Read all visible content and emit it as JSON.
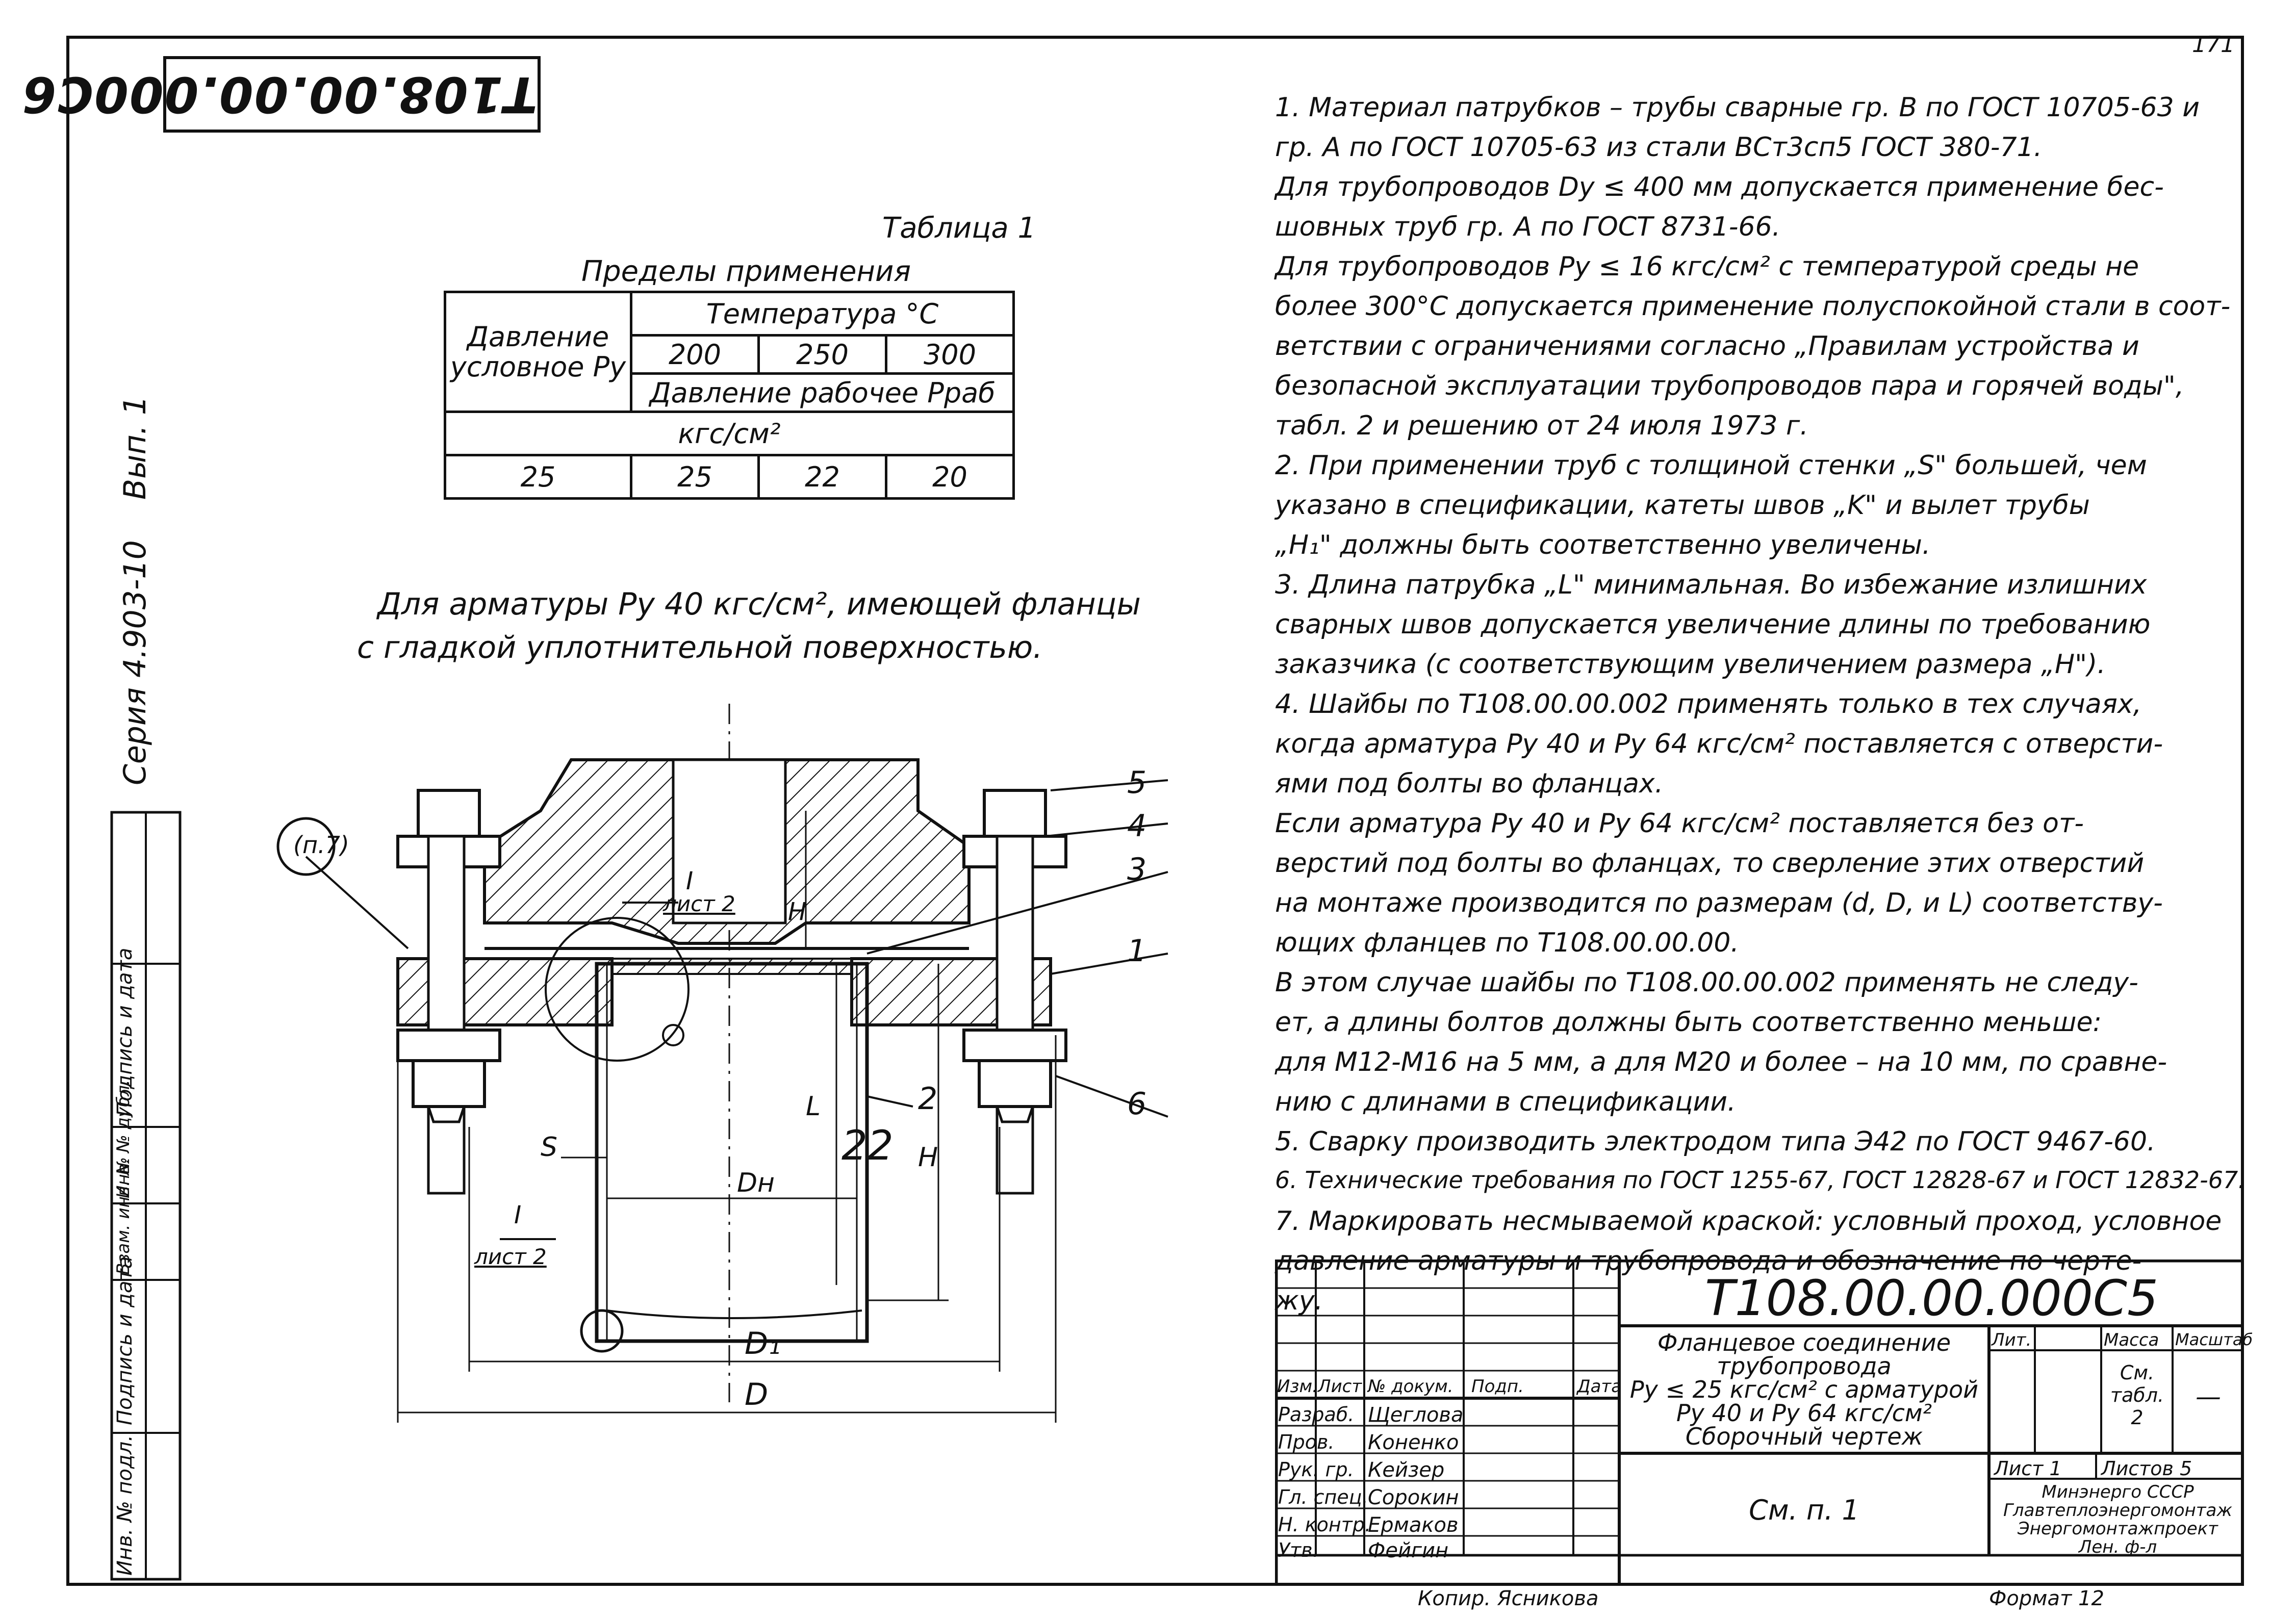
{
  "header": {
    "doc_code_rotated": "Т108.00.00.000С6",
    "page_number": "171",
    "series": "Серия 4.903-10",
    "issue": "Вып. 1"
  },
  "table1": {
    "caption": "Таблица 1",
    "title": "Пределы применения",
    "col_pressure_header": "Давление условное Pу",
    "col_temp_header": "Температура °С",
    "temps": [
      "200",
      "250",
      "300"
    ],
    "working_pressure_header": "Давление рабочее Pраб",
    "units": "кгс/см²",
    "row": [
      "25",
      "25",
      "22",
      "20"
    ]
  },
  "drawing": {
    "caption_line1": "Для арматуры Ру 40 кгс/см², имеющей фланцы",
    "caption_line2": "с гладкой уплотнительной поверхностью.",
    "callouts": [
      "5",
      "4",
      "3",
      "1",
      "2",
      "6"
    ],
    "item_ref": "(п.7)",
    "section_mark": "I",
    "section_sheet": "лист 2",
    "dim_H": "H",
    "dim_L": "L",
    "dim_S": "S",
    "dim_Dn": "Dн",
    "dim_D1": "D₁",
    "dim_D": "D",
    "stamp_22": "22"
  },
  "notes": [
    "1. Материал патрубков – трубы сварные гр. В по ГОСТ 10705-63 и",
    "гр. А по ГОСТ 10705-63 из стали ВСт3сп5 ГОСТ 380-71.",
    "   Для трубопроводов Dу ≤ 400 мм допускается применение бес-",
    "шовных труб гр. А по ГОСТ 8731-66.",
    "   Для трубопроводов Ру ≤ 16 кгс/см² с температурой среды не",
    "более 300°С допускается применение полуспокойной стали в соот-",
    "ветствии с ограничениями согласно „Правилам устройства и",
    "безопасной эксплуатации трубопроводов пара и горячей воды\",",
    "табл. 2 и решению от 24 июля 1973 г.",
    "   2. При применении труб с толщиной стенки „S\" большей, чем",
    "указано в спецификации, катеты швов „K\" и вылет трубы",
    "„H₁\" должны быть соответственно увеличены.",
    "   3. Длина патрубка „L\" минимальная. Во избежание излишних",
    "сварных швов допускается увеличение длины по требованию",
    "заказчика (с соответствующим увеличением размера „H\").",
    "   4. Шайбы по Т108.00.00.002 применять только в тех случаях,",
    "когда арматура Ру 40 и Ру 64 кгс/см² поставляется с отверсти-",
    "ями под болты во фланцах.",
    "   Если арматура Ру 40 и Ру 64 кгс/см² поставляется без от-",
    "верстий под болты во фланцах, то сверление этих отверстий",
    "на монтаже производится по размерам (d, D, и L) соответству-",
    "ющих фланцев по Т108.00.00.00.",
    "   В этом случае шайбы по Т108.00.00.002 применять не следу-",
    "ет, а длины болтов должны быть соответственно меньше:",
    "для М12-М16 на 5 мм, а для М20 и более – на 10 мм, по сравне-",
    "нию с длинами в спецификации.",
    "   5. Сварку производить электродом типа Э42 по ГОСТ 9467-60.",
    "   6. Технические требования по ГОСТ 1255-67, ГОСТ 12828-67 и ГОСТ 12832-67.",
    "   7. Маркировать несмываемой краской: условный проход, условное",
    "давление арматуры и трубопровода и обозначение по черте-",
    "жу."
  ],
  "title_block": {
    "doc_code": "Т108.00.00.000С5",
    "title_lines": [
      "Фланцевое соединение",
      "трубопровода",
      "Ру ≤ 25 кгс/см² с арматурой",
      "Ру 40 и Ру 64 кгс/см²",
      "Сборочный чертеж"
    ],
    "col_headers": [
      "Изм.",
      "Лист",
      "№ докум.",
      "Подп.",
      "Дата"
    ],
    "roles": [
      "Разраб.",
      "Пров.",
      "Рук. гр.",
      "Гл. спец.",
      "Н. контр.",
      "Утв."
    ],
    "names": [
      "Щеглова",
      "Коненко",
      "Кейзер",
      "Сорокин",
      "Ермаков",
      "Фейгин"
    ],
    "lit_label": "Лит.",
    "mass_label": "Масса",
    "scale_label": "Масштаб",
    "mass_value": "См. табл. 2",
    "scale_value": "—",
    "sheet": "Лист 1",
    "sheets": "Листов 5",
    "material_ref": "См. п. 1",
    "org_lines": [
      "Минэнерго СССР",
      "Главтеплоэнергомонтаж",
      "Энергомонтажпроект",
      "Лен. ф-л"
    ],
    "copied_by": "Копир.  Ясникова",
    "format": "Формат 12"
  },
  "left_strip": {
    "labels": [
      "Инв. № подл.",
      "Подпись и дата",
      "Взам. инв. №",
      "Инв. № дубл.",
      "Подпись и дата"
    ]
  }
}
